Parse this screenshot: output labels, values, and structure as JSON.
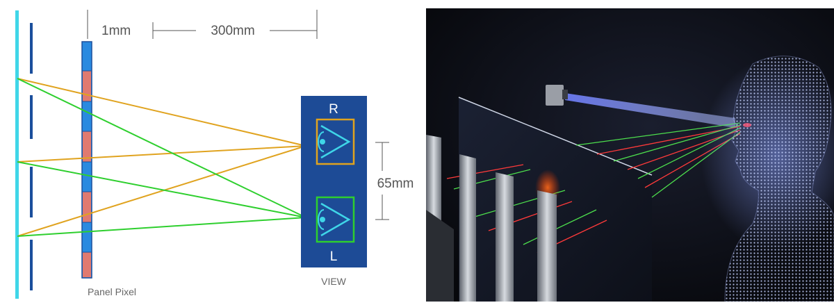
{
  "labels": {
    "gap_small": "1mm",
    "gap_large": "300mm",
    "eye_distance": "65mm",
    "panel": "Panel Pixel",
    "view": "VIEW",
    "right_eye": "R",
    "left_eye": "L"
  },
  "colors": {
    "backlight": "#3fd6e8",
    "barrier": "#1b4f9c",
    "pixel_blue": "#2a8ae0",
    "pixel_red": "#e07a70",
    "ray_right": "#e0a31f",
    "ray_left": "#2ecf2e",
    "view_box": "#1d4b96",
    "eye": "#3fd6e8"
  },
  "icons": [
    "eye-icon",
    "camera-icon",
    "head-icon"
  ]
}
